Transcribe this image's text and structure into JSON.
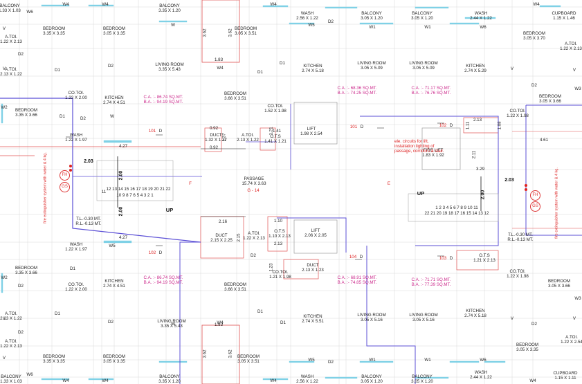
{
  "rooms": [
    {
      "id": "balcony-tl",
      "name": "BALCONY",
      "size": "1.33 X 1.03"
    },
    {
      "id": "balcony-top1",
      "name": "BALCONY",
      "size": "3.35 X 1.20"
    },
    {
      "id": "wash-top",
      "name": "WASH",
      "size": "2.56 X 1.22"
    },
    {
      "id": "balcony-top2",
      "name": "BALCONY",
      "size": "3.05 X 1.20"
    },
    {
      "id": "balcony-top3",
      "name": "BALCONY",
      "size": "3.05 X 1.20"
    },
    {
      "id": "wash-top2",
      "name": "WASH",
      "size": "2.44 X 1.22"
    },
    {
      "id": "cupboard-top",
      "name": "CUPBOARD",
      "size": "1.15 X 1.46"
    },
    {
      "id": "bedroom-a",
      "name": "BEDROOM",
      "size": "3.35 X 3.35"
    },
    {
      "id": "bedroom-b",
      "name": "BEDROOM",
      "size": "3.05 X 3.35"
    },
    {
      "id": "bedroom-c",
      "name": "BEDROOM",
      "size": "3.05 X 3.51"
    },
    {
      "id": "bedroom-d",
      "name": "BEDROOM",
      "size": "3.05 X 3.70"
    },
    {
      "id": "atoi-tl",
      "name": "A.TOI.",
      "size": "1.22 X 2.13"
    },
    {
      "id": "atoi-tr",
      "name": "A.TOI.",
      "size": "1.22 X 2.13"
    },
    {
      "id": "living-1",
      "name": "LIVING ROOM",
      "size": "3.35 X 5.43"
    },
    {
      "id": "kitchen-1",
      "name": "KITCHEN",
      "size": "2.74 X 5.18"
    },
    {
      "id": "living-2",
      "name": "LIVING ROOM",
      "size": "3.05 X 5.09"
    },
    {
      "id": "living-3",
      "name": "LIVING ROOM",
      "size": "3.05 X 5.09"
    },
    {
      "id": "kitchen-2",
      "name": "KITCHEN",
      "size": "2.74 X 5.29"
    },
    {
      "id": "atoi-l2",
      "name": "A.TOI.",
      "size": "2.13 X 1.22"
    },
    {
      "id": "cotoi-1",
      "name": "CO.TOI.",
      "size": "1.22 X 2.00"
    },
    {
      "id": "kitchen-3",
      "name": "KITCHEN",
      "size": "2.74 X 4.51"
    },
    {
      "id": "bedroom-e",
      "name": "BEDROOM",
      "size": "3.35 X 3.66"
    },
    {
      "id": "bedroom-f",
      "name": "BEDROOM",
      "size": "3.66 X 3.51"
    },
    {
      "id": "cotoi-2",
      "name": "CO.TOI.",
      "size": "1.52 X 1.98"
    },
    {
      "id": "bedroom-g",
      "name": "BEDROOM",
      "size": "3.05 X 3.66"
    },
    {
      "id": "cotoi-3",
      "name": "CO.TOI.",
      "size": "1.22 X 1.98"
    },
    {
      "id": "wash-l",
      "name": "WASH",
      "size": "1.22 X 1.97"
    },
    {
      "id": "duct-1",
      "name": "DUCT",
      "size": "1.32 X 1.37"
    },
    {
      "id": "atoi-c",
      "name": "A.TOI.",
      "size": "2.13 X 1.22"
    },
    {
      "id": "ots-1",
      "name": "O.T.S",
      "size": "1.41 X 1.21"
    },
    {
      "id": "lift-1",
      "name": "LIFT",
      "size": "1.98 X 2.54"
    },
    {
      "id": "fire-lift",
      "name": "FIRE LIFT",
      "size": "1.83 X 1.92"
    },
    {
      "id": "passage",
      "name": "PASSAGE",
      "size": "15.74 X 3.63"
    },
    {
      "id": "duct-2",
      "name": "DUCT",
      "size": "2.15 X 2.25"
    },
    {
      "id": "atoi-c2",
      "name": "A.TOI.",
      "size": "1.22 X 2.13"
    },
    {
      "id": "ots-2",
      "name": "O.T.S",
      "size": "1.10 X 2.13"
    },
    {
      "id": "lift-2",
      "name": "LIFT",
      "size": "2.06 X 2.05"
    },
    {
      "id": "ots-3",
      "name": "O.T.S",
      "size": "1.21 X 2.13"
    },
    {
      "id": "wash-l2",
      "name": "WASH",
      "size": "1.22 X 1.97"
    },
    {
      "id": "bedroom-h",
      "name": "BEDROOM",
      "size": "3.35 X 3.66"
    },
    {
      "id": "cotoi-4",
      "name": "CO.TOI.",
      "size": "1.22 X 2.00"
    },
    {
      "id": "kitchen-4",
      "name": "KITCHEN",
      "size": "2.74 X 4.51"
    },
    {
      "id": "bedroom-i",
      "name": "BEDROOM",
      "size": "3.66 X 3.51"
    },
    {
      "id": "cotoi-5",
      "name": "CO.TOI.",
      "size": "1.21 X 1.98"
    },
    {
      "id": "duct-3",
      "name": "DUCT",
      "size": "2.13 X 1.23"
    },
    {
      "id": "cotoi-6",
      "name": "CO.TOI.",
      "size": "1.22 X 1.98"
    },
    {
      "id": "bedroom-j",
      "name": "BEDROOM",
      "size": "3.05 X 3.66"
    },
    {
      "id": "atoi-bl",
      "name": "A.TOI.",
      "size": "2.13 X 1.22"
    },
    {
      "id": "living-4",
      "name": "LIVING ROOM",
      "size": "3.35 X 5.43"
    },
    {
      "id": "kitchen-5",
      "name": "KITCHEN",
      "size": "2.74 X 5.51"
    },
    {
      "id": "living-5",
      "name": "LIVING ROOM",
      "size": "3.05 X 5.16"
    },
    {
      "id": "living-6",
      "name": "LIVING ROOM",
      "size": "3.05 X 5.16"
    },
    {
      "id": "kitchen-6",
      "name": "KITCHEN",
      "size": "2.74 X 5.18"
    },
    {
      "id": "atoi-bl2",
      "name": "A.TOI.",
      "size": "1.22 X 2.13"
    },
    {
      "id": "atoi-br",
      "name": "A.TOI.",
      "size": "1.22 X 2.54"
    },
    {
      "id": "bedroom-k",
      "name": "BEDROOM",
      "size": "3.35 X 3.35"
    },
    {
      "id": "bedroom-l",
      "name": "BEDROOM",
      "size": "3.05 X 3.35"
    },
    {
      "id": "bedroom-m",
      "name": "BEDROOM",
      "size": "3.05 X 3.51"
    },
    {
      "id": "bedroom-n",
      "name": "BEDROOM",
      "size": "3.05 X 3.35"
    },
    {
      "id": "balcony-bl",
      "name": "BALCONY",
      "size": "1.33 X 1.03"
    },
    {
      "id": "balcony-bot1",
      "name": "BALCONY",
      "size": "3.35 X 1.20"
    },
    {
      "id": "wash-bot",
      "name": "WASH",
      "size": "2.56 X 1.22"
    },
    {
      "id": "balcony-bot2",
      "name": "BALCONY",
      "size": "3.05 X 1.20"
    },
    {
      "id": "balcony-bot3",
      "name": "BALCONY",
      "size": "3.05 X 1.20"
    },
    {
      "id": "wash-bot2",
      "name": "WASH",
      "size": "2.44 X 1.22"
    },
    {
      "id": "cupboard-bot",
      "name": "CUPBOARD",
      "size": "1.15 X 1.11"
    }
  ],
  "areas": [
    {
      "ca": "C.A. :- 86.74 SQ.MT.",
      "ba": "B.A. :- 94.19 SQ.MT."
    },
    {
      "ca": "C.A. :- 68.36 SQ.MT.",
      "ba": "B.A. :- 74.25 SQ.MT."
    },
    {
      "ca": "C.A. :- 71.17 SQ.MT.",
      "ba": "B.A. :- 76.76 SQ.MT."
    },
    {
      "ca": "C.A. :- 86.74 SQ.MT.",
      "ba": "B.A. :- 94.19 SQ.MT."
    },
    {
      "ca": "C.A. :- 68.91 SQ.MT.",
      "ba": "B.A. :- 74.85 SQ.MT."
    },
    {
      "ca": "C.A. :- 71.71 SQ.MT.",
      "ba": "B.A. :- 77.39 SQ.MT."
    }
  ],
  "units": [
    "101",
    "101",
    "102",
    "102",
    "103",
    "104"
  ],
  "flags": [
    "D",
    "D",
    "D",
    "D",
    "D",
    "D"
  ],
  "labels": {
    "w": "W",
    "w1": "W1",
    "w2": "W2",
    "w3": "W3",
    "w4": "W4",
    "w5": "W5",
    "w6": "W6",
    "d1": "D1",
    "d2": "D2",
    "v": "V",
    "f": "F",
    "e": "E",
    "g14": "G - 14",
    "up": "UP",
    "elec_note": "ele. circuits for lift, installation lighting of passage, corridors & stair.",
    "fh": "FH",
    "gs": "GS",
    "fire_note": "fire extinguisher system with water & 4 kg.",
    "tl": "T.L.-0.30 MT.",
    "rl": "R.L.-0.13 MT.",
    "tl2": "T.L.-0.30 MT.",
    "rl2": "R.L.-0.13 MT.",
    "stairs_top": "12 13 14 15 16 17 18 19 20 21 22",
    "stairs_bot": "10 9 8 7 6 5 4 3 2 1",
    "stairs_eleven": "11",
    "stairs_r_top": "1 2 3 4 5 6 7 8 9 10 11",
    "stairs_r_bot": "22 21 20 19 18 17 16 15 14 13 12",
    "dim_203": "2.03",
    "dim_200": "2.00",
    "dim_427": "4.27",
    "dim_183": "1.83",
    "dim_362": "3.62",
    "dim_216": "2.16",
    "dim_215": "2.15",
    "dim_213": "2.13",
    "dim_211": "2.11",
    "dim_329": "3.29",
    "dim_461": "4.61",
    "dim_092": "0.92",
    "dim_141": "1.41",
    "dim_110": "1.10",
    "dim_123": "1.23",
    "dim_121": "1.21",
    "dim_111": "1.11",
    "dim_108": "1.08",
    "dim_137": "1.37"
  }
}
